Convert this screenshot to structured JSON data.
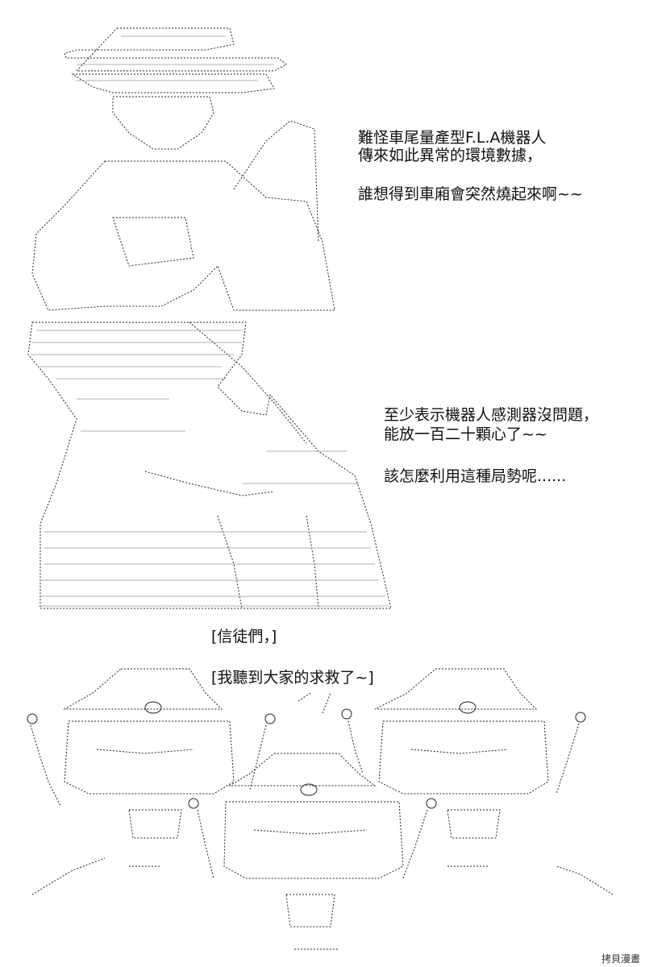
{
  "narration_top": {
    "line1": "難怪車尾量產型F.L.A機器人",
    "line2": "傳來如此異常的環境數據，",
    "line3": "誰想得到車廂會突然燒起來啊~~"
  },
  "narration_middle": {
    "line1": "至少表示機器人感測器沒問題，",
    "line2": "能放一百二十顆心了~~",
    "line3": "該怎麼利用這種局勢呢......"
  },
  "speech_1": "[信徒們，]",
  "speech_2": "[我聽到大家的求救了~]",
  "watermark": "拷貝漫畫",
  "colors": {
    "ink": "#111111",
    "paper": "#ffffff"
  }
}
